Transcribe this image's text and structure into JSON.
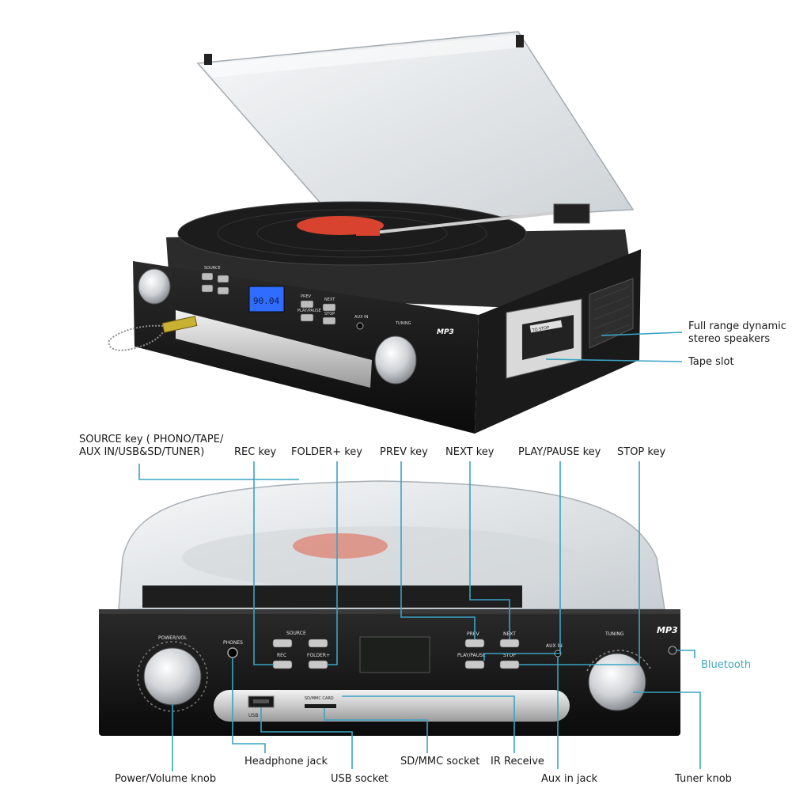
{
  "top_device": {
    "display_text": "90.04",
    "labels": {
      "source": "SOURCE",
      "tape_badge": "TO STOP",
      "brand_badge": "MP3",
      "prev": "PREV",
      "next": "NEXT",
      "play_pause": "PLAY/PAUSE",
      "stop": "STOP",
      "aux_in": "AUX IN",
      "tuning": "TUNING"
    }
  },
  "callouts_top": {
    "speakers": "Full range dynamic stereo speakers",
    "tape_slot": "Tape slot"
  },
  "callouts_keys": {
    "source_key": "SOURCE key ( PHONO/TAPE/ AUX IN/USB&SD/TUNER)",
    "rec_key": "REC key",
    "folder_key": "FOLDER+ key",
    "prev_key": "PREV key",
    "next_key": "NEXT key",
    "play_pause_key": "PLAY/PAUSE key",
    "stop_key": "STOP key"
  },
  "callouts_bottom": {
    "bluetooth": "Bluetooth",
    "power_volume_knob": "Power/Volume knob",
    "headphone_jack": "Headphone jack",
    "usb_socket": "USB socket",
    "sd_mmc_socket": "SD/MMC socket",
    "ir_receive": "IR Receive",
    "aux_jack": "Aux in jack",
    "tuner_knob": "Tuner knob"
  },
  "front_panel": {
    "power_vol": "POWER/VOL",
    "phones": "PHONES",
    "source": "SOURCE",
    "rec": "REC",
    "folder": "FOLDER+",
    "prev": "PREV",
    "next": "NEXT",
    "play_pause": "PLAY/PAUSE",
    "stop": "STOP",
    "aux_in": "AUX IN",
    "tuning": "TUNING",
    "brand": "MP3",
    "sd_mmc": "SD/MMC CARD",
    "usb": "USB"
  },
  "colors": {
    "callout_line": "#39a3c4",
    "bluetooth_text": "#3fa9b5",
    "lcd_blue": "#2f6cff",
    "body_black": "#111111",
    "record_label_red": "#d8432f"
  }
}
